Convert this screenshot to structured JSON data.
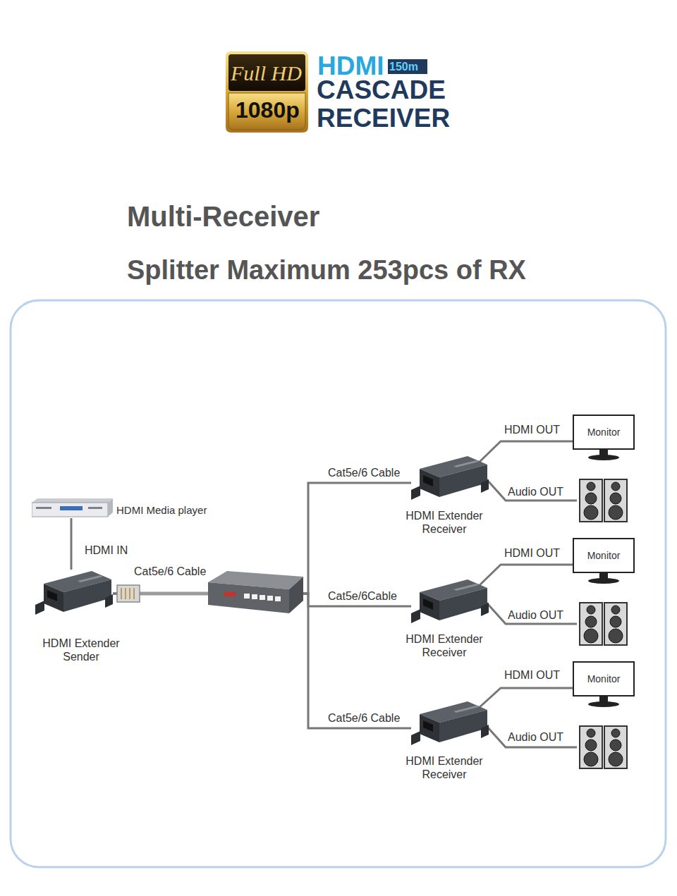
{
  "diagram": {
    "title": "Multi-Receiver",
    "nodes": [
      {
        "text": [
          "HDMI Media player"
        ]
      },
      {
        "text": [
          "HDMI Extender Sender"
        ]
      },
      {
        "text": [
          "HDMI Extender Receiver"
        ]
      },
      {
        "text": [
          "Monitor"
        ]
      },
      {
        "text": [
          "HDMI Extender Receiver"
        ]
      },
      {
        "text": [
          "Monitor"
        ]
      },
      {
        "text": [
          "HDMI Extender Receiver"
        ]
      },
      {
        "text": [
          "Monitor"
        ]
      }
    ],
    "edges": [
      {
        "from": 0,
        "to": 1,
        "arrow": "none",
        "label": "HDMI IN"
      },
      {
        "from": 1,
        "to": 2,
        "arrow": "none",
        "label": "Cat5e/6 Cable"
      },
      {
        "from": 1,
        "to": 4,
        "arrow": "none",
        "label": "Cat5e/6Cable"
      },
      {
        "from": 1,
        "to": 6,
        "arrow": "none",
        "label": "Cat5e/6 Cable"
      },
      {
        "from": 2,
        "to": 3,
        "arrow": "none",
        "label": "HDMI OUT"
      },
      {
        "from": 4,
        "to": 5,
        "arrow": "none",
        "label": "HDMI OUT"
      },
      {
        "from": 6,
        "to": 7,
        "arrow": "none",
        "label": "HDMI OUT"
      }
    ],
    "labels": [
      "Full HD",
      "1080p",
      "HDMI",
      "150m",
      "CASCADE",
      "RECEIVER",
      "Splitter Maximum 253pcs of RX",
      "Cat5e/6 Cable",
      "Audio OUT",
      "Audio OUT",
      "Audio OUT"
    ]
  }
}
